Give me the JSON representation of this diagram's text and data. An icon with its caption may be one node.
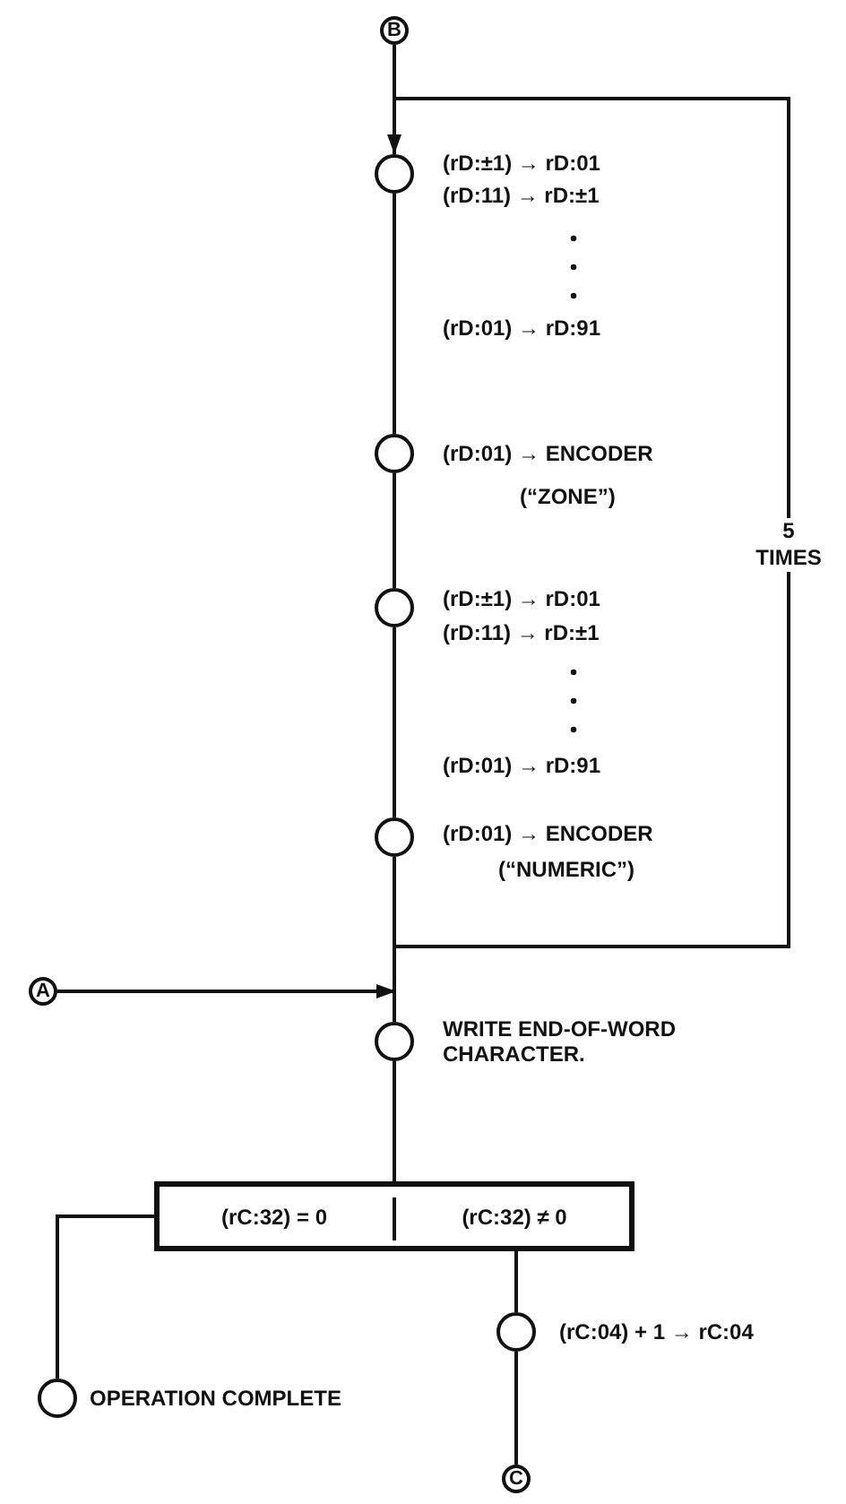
{
  "diagram": {
    "nodes": [
      {
        "text": [
          "B"
        ]
      },
      {
        "text": [],
        "shape": "circle",
        "beside": [
          "(rD:±1) → rD:01",
          "(rD:11) → rD:±1"
        ]
      },
      {
        "text": [],
        "shape": "circle",
        "beside": [
          "(rD:01) → ENCODER",
          "(“ZONE”)"
        ]
      },
      {
        "text": [],
        "shape": "circle",
        "beside": [
          "(rD:±1) → rD:01",
          "(rD:11) → rD:±1"
        ]
      },
      {
        "text": [],
        "shape": "circle",
        "beside": [
          "(rD:01) → ENCODER",
          "(“NUMERIC”)"
        ]
      },
      {
        "text": [
          "A"
        ]
      },
      {
        "text": [],
        "shape": "circle",
        "beside": [
          "WRITE END-OF-WORD CHARACTER."
        ]
      },
      {
        "text": [
          "(rC:32) = 0",
          "(rC:32) ≠ 0"
        ]
      },
      {
        "text": [],
        "shape": "circle",
        "beside": [
          "OPERATION COMPLETE"
        ]
      },
      {
        "text": [],
        "shape": "circle",
        "beside": [
          "(rC:04) + 1 → rC:04"
        ]
      },
      {
        "text": [
          "C"
        ]
      }
    ],
    "edges": [
      {
        "from": 0,
        "to": 1,
        "arrow": "none"
      },
      {
        "from": 1,
        "to": 2,
        "arrow": "none"
      },
      {
        "from": 2,
        "to": 3,
        "arrow": "none"
      },
      {
        "from": 3,
        "to": 4,
        "arrow": "none"
      },
      {
        "from": 4,
        "to": 1,
        "arrow": "to",
        "label": "5 TIMES"
      },
      {
        "from": 4,
        "to": 6,
        "arrow": "none"
      },
      {
        "from": 5,
        "to": 6,
        "arrow": "to"
      },
      {
        "from": 6,
        "to": 7,
        "arrow": "none"
      },
      {
        "from": 7,
        "to": 8,
        "arrow": "none"
      },
      {
        "from": 7,
        "to": 9,
        "arrow": "none"
      },
      {
        "from": 9,
        "to": 10,
        "arrow": "none"
      }
    ],
    "labels": [
      "(rD:01) → rD:91",
      "(rD:01) → rD:91"
    ]
  }
}
